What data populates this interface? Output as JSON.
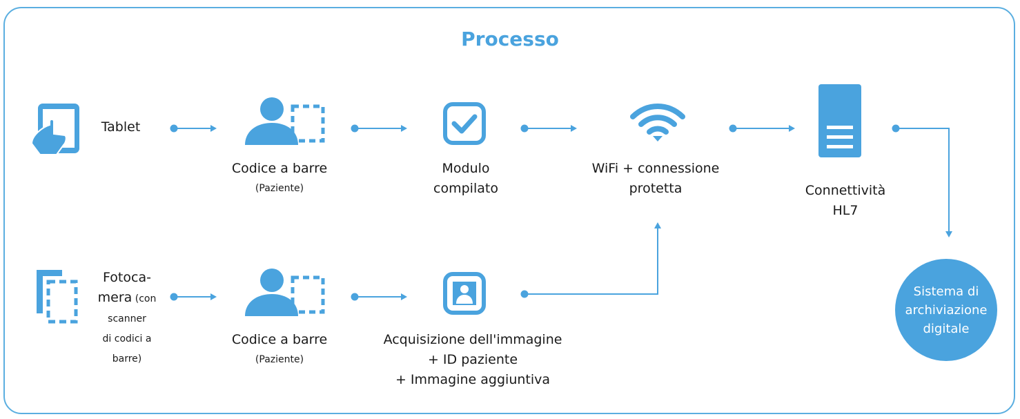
{
  "title": "Processo",
  "colors": {
    "accent": "#4aa3de",
    "frame": "#5aaee0"
  },
  "nodes": {
    "tablet": {
      "label": "Tablet",
      "icon": "tablet-touch-icon"
    },
    "barcode_top": {
      "label": "Codice a barre",
      "sub": "(Paziente)",
      "icon": "barcode-patient-icon"
    },
    "modulo": {
      "label_line1": "Modulo",
      "label_line2": "compilato",
      "icon": "checkbox-icon"
    },
    "wifi": {
      "label_line1": "WiFi + connessione",
      "label_line2": "protetta",
      "icon": "wifi-icon"
    },
    "hl7": {
      "label_line1": "Connettività",
      "label_line2": "HL7",
      "icon": "server-icon"
    },
    "camera": {
      "line1": "Fotoca-",
      "line2_main": "mera",
      "line2_small": " (con",
      "line3": "scanner",
      "line4": "di codici a",
      "line5": "barre)",
      "icon": "camera-scanner-icon"
    },
    "barcode_bottom": {
      "label": "Codice a barre",
      "sub": "(Paziente)",
      "icon": "barcode-patient-icon"
    },
    "image_capture": {
      "line1": "Acquisizione dell'immagine",
      "line2": "+ ID paziente",
      "line3": "+ Immagine aggiuntiva",
      "icon": "patient-photo-icon"
    },
    "archive": {
      "label": "Sistema di\narchiviazione\ndigitale"
    }
  }
}
